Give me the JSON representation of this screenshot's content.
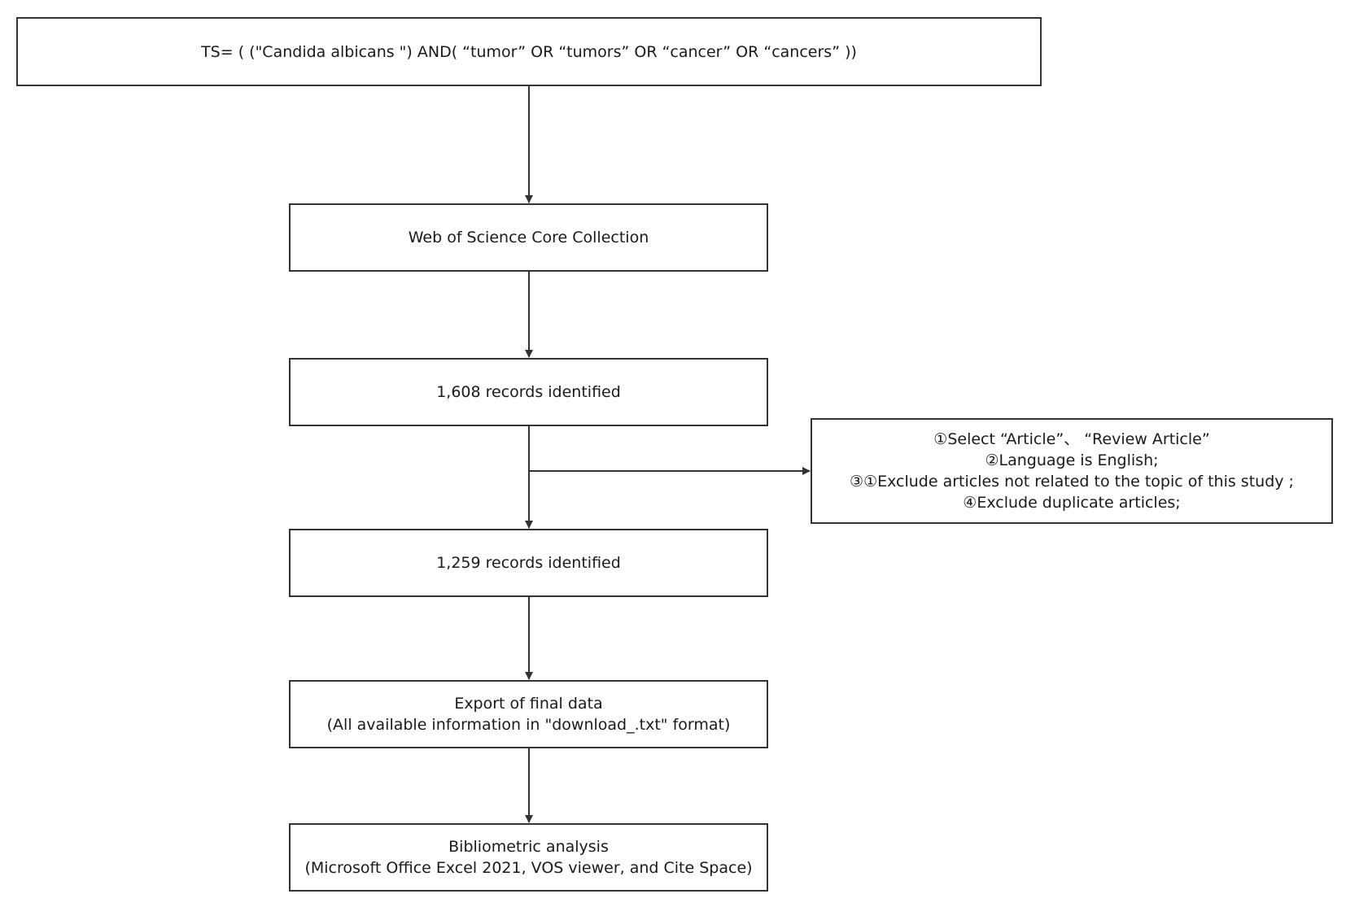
{
  "query": {
    "text": "TS= ( (\"Candida albicans \") AND( “tumor” OR “tumors” OR “cancer” OR “cancers” ))"
  },
  "nodes": {
    "database": {
      "label": "Web of Science Core Collection"
    },
    "identified_1": {
      "label": "1,608 records identified"
    },
    "identified_2": {
      "label": "1,259 records identified"
    },
    "export": {
      "line1": "Export of final data",
      "line2": "(All available information in \"download_.txt\" format)"
    },
    "analysis": {
      "line1": "Bibliometric analysis",
      "line2": "(Microsoft Office Excel 2021, VOS viewer, and Cite Space)"
    }
  },
  "criteria": {
    "items": [
      "①Select “Article”、 “Review Article”",
      "②Language is English;",
      "③①Exclude articles not related to the topic of this study ;",
      "④Exclude duplicate articles;"
    ]
  },
  "colors": {
    "stroke": "#333333",
    "text": "#1a1a1a",
    "background": "#ffffff"
  }
}
